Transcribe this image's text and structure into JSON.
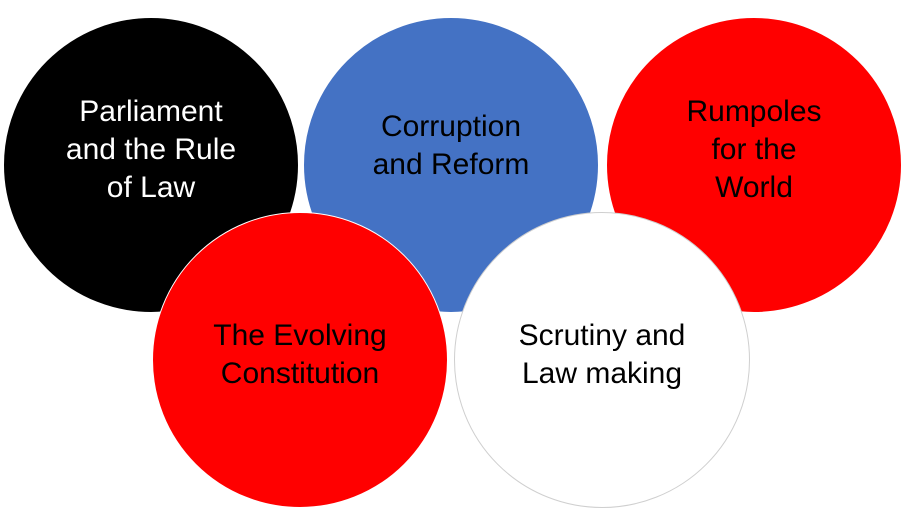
{
  "diagram": {
    "circles": [
      {
        "id": "parliament",
        "label": "Parliament\nand the Rule\nof Law",
        "fill": "#000000",
        "text_color": "#ffffff"
      },
      {
        "id": "corruption",
        "label": "Corruption\nand Reform",
        "fill": "#4472C4",
        "text_color": "#000000"
      },
      {
        "id": "rumpoles",
        "label": "Rumpoles\nfor the\nWorld",
        "fill": "#FF0000",
        "text_color": "#000000"
      },
      {
        "id": "evolving",
        "label": "The Evolving\nConstitution",
        "fill": "#FF0000",
        "text_color": "#000000"
      },
      {
        "id": "scrutiny",
        "label": "Scrutiny and\nLaw making",
        "fill": "#FFFFFF",
        "text_color": "#000000"
      }
    ]
  }
}
